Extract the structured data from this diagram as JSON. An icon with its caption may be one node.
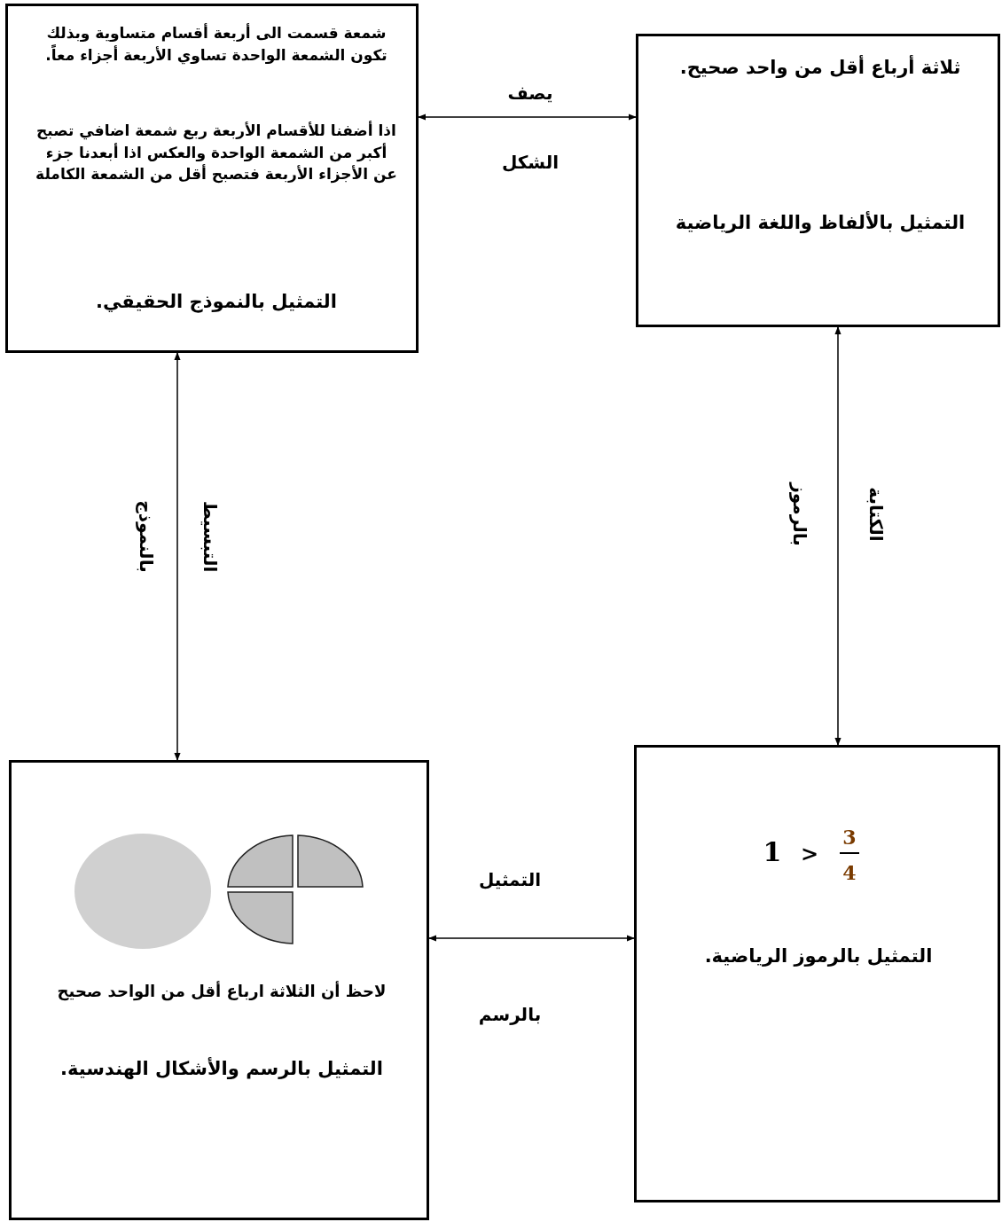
{
  "diagram": {
    "nodes": [
      {
        "text": [
          "شمعة قسمت الى أربعة أقسام متساوية وبذلك تكون الشمعة الواحدة تساوي الأربعة أجزاء معاً.",
          "اذا أضفنا للأقسام الأربعة ربع شمعة اضافي تصبح أكبر من الشمعة الواحدة والعكس اذا أبعدنا جزء عن الأجزاء الأربعة فتصبح أقل من الشمعة الكاملة",
          "التمثيل بالنموذج الحقيقي."
        ]
      },
      {
        "text": [
          "ثلاثة أرباع أقل من واحد صحيح.",
          "التمثيل بالألفاظ واللغة الرياضية"
        ]
      },
      {
        "text": [
          "لاحظ أن الثلاثة ارباع أقل من الواحد صحيح",
          "التمثيل بالرسم والأشكال الهندسية."
        ]
      },
      {
        "text": [
          "1",
          ">",
          "3",
          "4",
          "التمثيل بالرموز الرياضية."
        ]
      }
    ],
    "edges": [
      {
        "from": 0,
        "to": 1,
        "arrow": "both",
        "label": "يصف الشكل"
      },
      {
        "from": 0,
        "to": 2,
        "arrow": "both",
        "label": "التبسيط بالنموذج"
      },
      {
        "from": 1,
        "to": 3,
        "arrow": "both",
        "label": "الكتابة بالرموز"
      },
      {
        "from": 2,
        "to": 3,
        "arrow": "both",
        "label": "التمثيل بالرسم"
      }
    ]
  }
}
